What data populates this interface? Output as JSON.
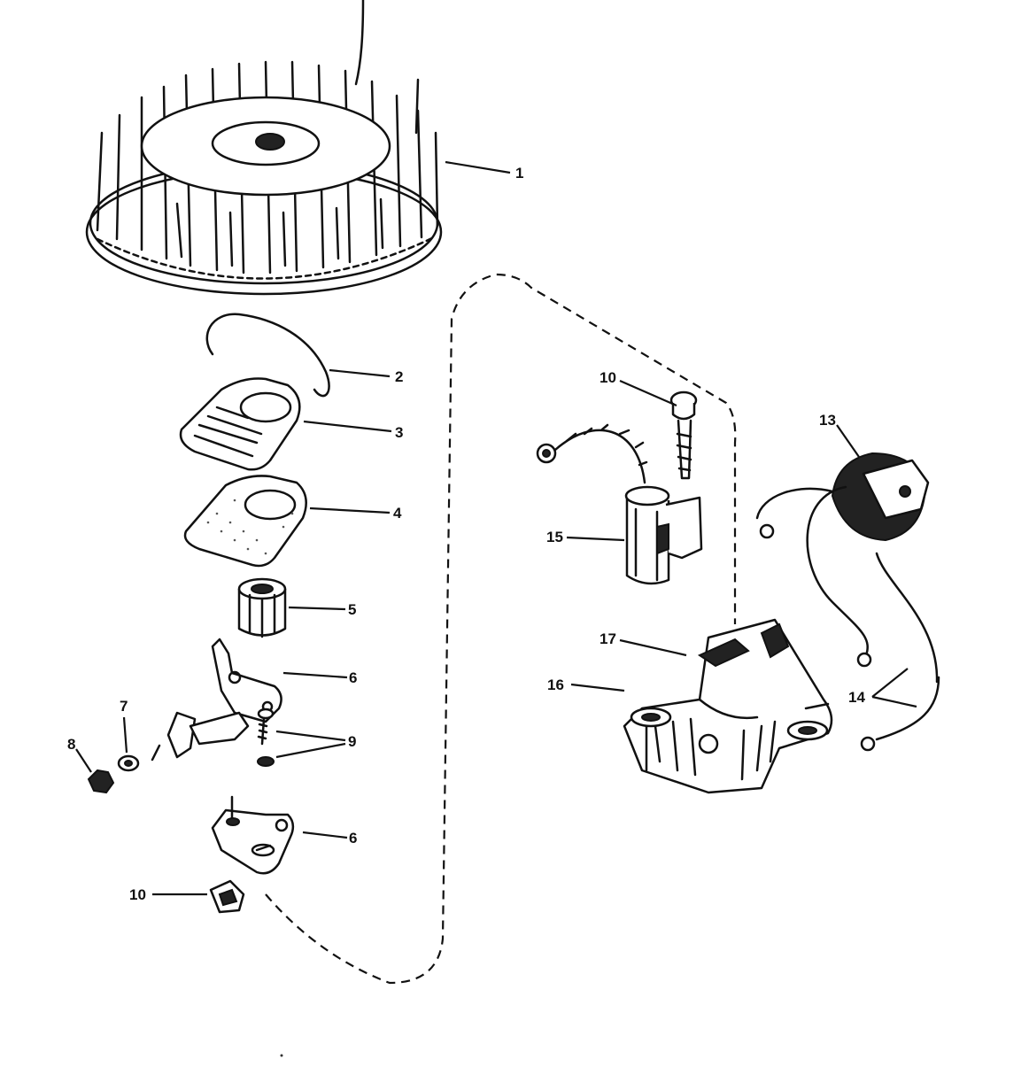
{
  "diagram": {
    "callouts": {
      "c1": "1",
      "c2": "2",
      "c3": "3",
      "c4": "4",
      "c5": "5",
      "c6a": "6",
      "c6b": "6",
      "c7": "7",
      "c8": "8",
      "c9": "9",
      "c10a": "10",
      "c10b": "10",
      "c13": "13",
      "c14": "14",
      "c15": "15",
      "c16": "16",
      "c17": "17"
    }
  }
}
